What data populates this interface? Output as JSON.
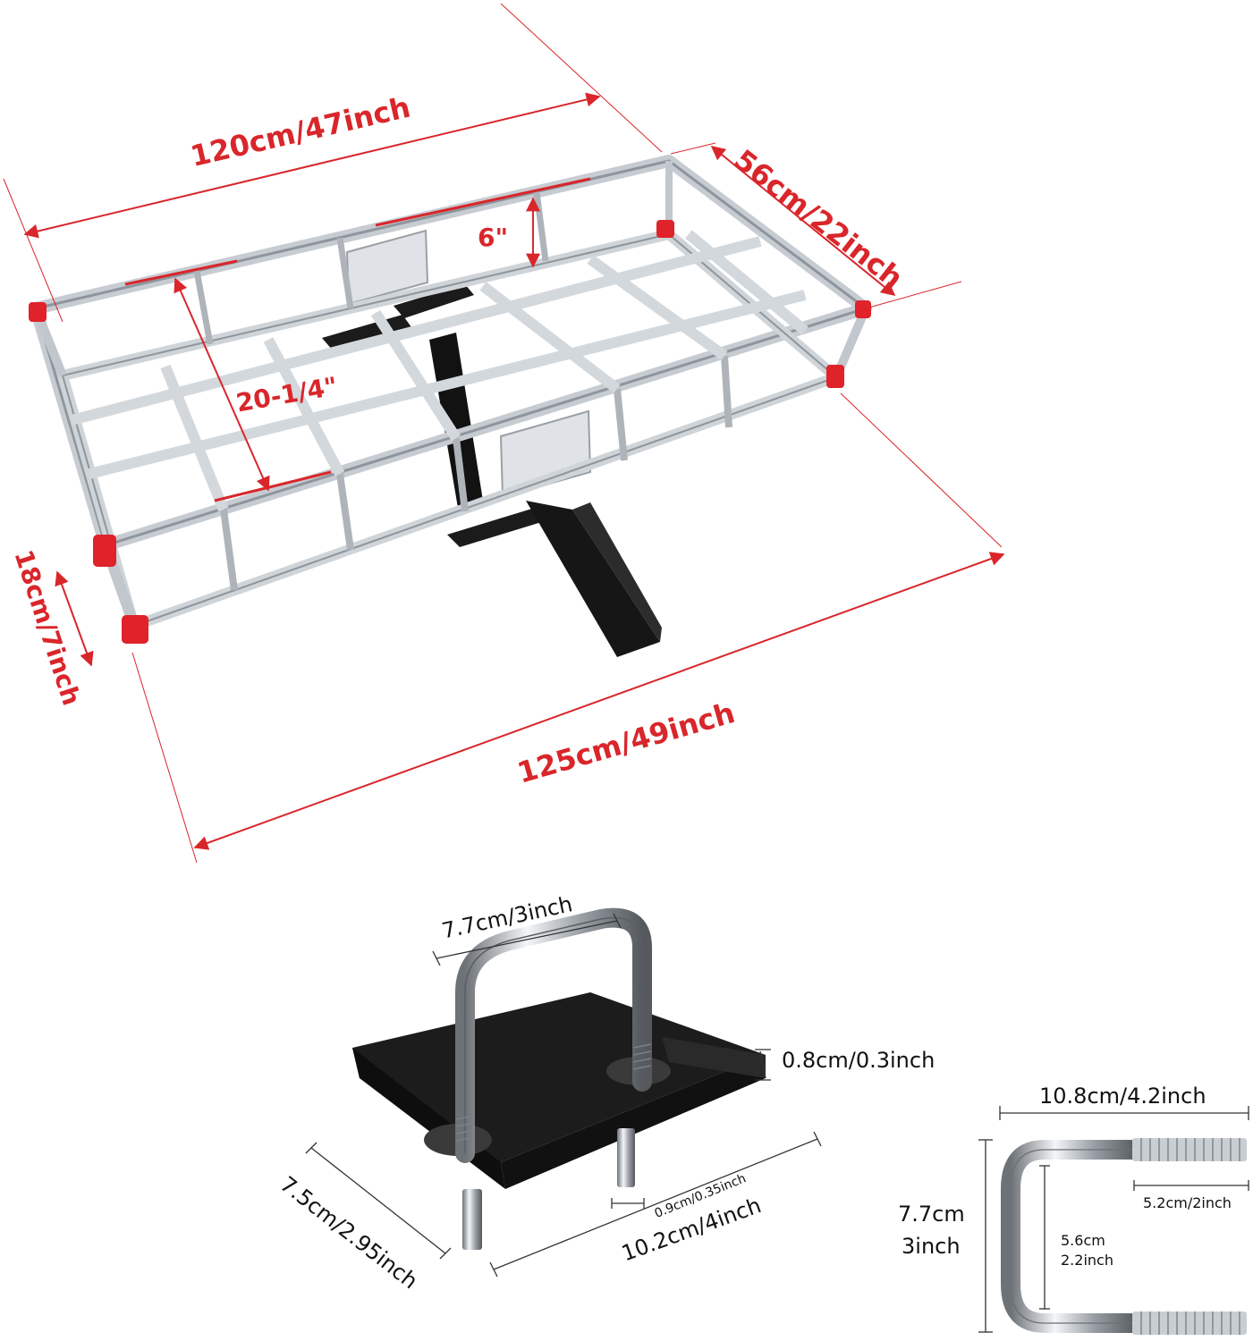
{
  "carrier": {
    "length_top": "120cm/47inch",
    "width": "56cm/22inch",
    "rail_height": "6\"",
    "inner_depth": "20-1/4\"",
    "side_height": "18cm/7inch",
    "length_bottom": "125cm/49inch"
  },
  "stabilizer": {
    "u_bolt_width": "7.7cm/3inch",
    "plate_thickness": "0.8cm/0.3inch",
    "plate_width": "7.5cm/2.95inch",
    "plate_length": "10.2cm/4inch",
    "bolt_diameter": "0.9cm/0.35inch"
  },
  "u_bolt": {
    "overall_length": "10.8cm/4.2inch",
    "height_cm": "7.7cm",
    "height_in": "3inch",
    "thread_length": "5.2cm/2inch",
    "inner_cm": "5.6cm",
    "inner_in": "2.2inch"
  },
  "colors": {
    "dimension": "#d9262b",
    "aluminum": "#d5d9de",
    "steel_black": "#161616",
    "end_cap": "#e0222a"
  },
  "icons": [
    "cargo-carrier-illustration",
    "hitch-stabilizer-illustration",
    "u-bolt-illustration"
  ]
}
